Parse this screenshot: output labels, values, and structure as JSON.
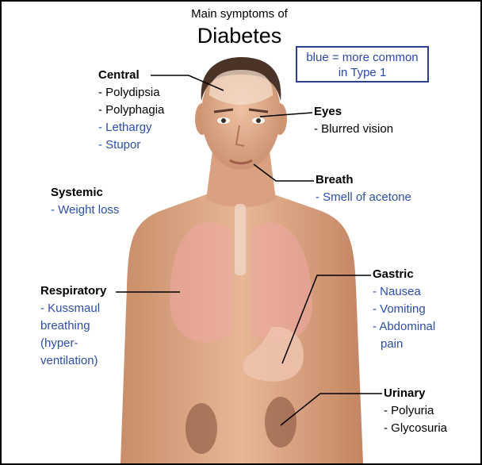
{
  "title": {
    "small": "Main symptoms of",
    "large": "Diabetes"
  },
  "legend": {
    "line1": "blue = more common",
    "line2": "in Type 1"
  },
  "colors": {
    "common": "#000000",
    "type1": "#2c4ea6",
    "frame": "#2b3f8c"
  },
  "groups": {
    "central": {
      "heading": "Central",
      "items": [
        {
          "text": "- Polydipsia",
          "type1": false
        },
        {
          "text": "- Polyphagia",
          "type1": false
        },
        {
          "text": "- Lethargy",
          "type1": true
        },
        {
          "text": "- Stupor",
          "type1": true
        }
      ]
    },
    "eyes": {
      "heading": "Eyes",
      "items": [
        {
          "text": "- Blurred vision",
          "type1": false
        }
      ]
    },
    "breath": {
      "heading": "Breath",
      "items": [
        {
          "text": "- Smell of acetone",
          "type1": true
        }
      ]
    },
    "systemic": {
      "heading": "Systemic",
      "items": [
        {
          "text": "- Weight loss",
          "type1": true
        }
      ]
    },
    "respiratory": {
      "heading": "Respiratory",
      "items": [
        {
          "text": "- Kussmaul",
          "type1": true
        },
        {
          "text": "breathing",
          "type1": true
        },
        {
          "text": "(hyper-",
          "type1": true
        },
        {
          "text": "ventilation)",
          "type1": true
        }
      ]
    },
    "gastric": {
      "heading": "Gastric",
      "items": [
        {
          "text": "- Nausea",
          "type1": true
        },
        {
          "text": "- Vomiting",
          "type1": true
        },
        {
          "text": "- Abdominal",
          "type1": true
        },
        {
          "text": "pain",
          "type1": true
        }
      ]
    },
    "urinary": {
      "heading": "Urinary",
      "items": [
        {
          "text": "- Polyuria",
          "type1": false
        },
        {
          "text": "- Glycosuria",
          "type1": false
        }
      ]
    }
  }
}
